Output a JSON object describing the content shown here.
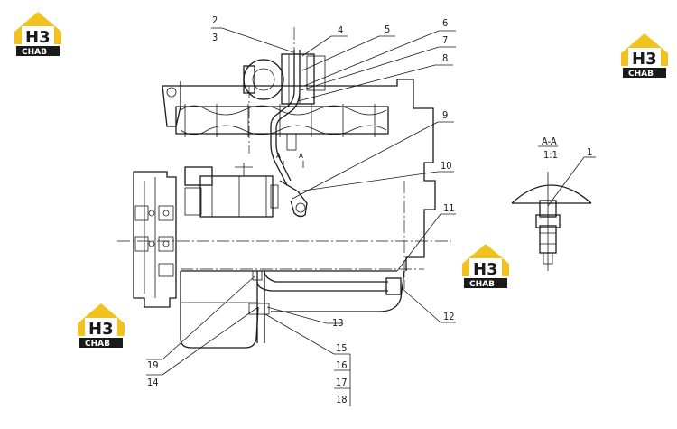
{
  "callouts": [
    "1",
    "2",
    "3",
    "4",
    "5",
    "6",
    "7",
    "8",
    "9",
    "10",
    "11",
    "12",
    "13",
    "14",
    "15",
    "16",
    "17",
    "18",
    "19"
  ],
  "section_view": {
    "title": "A-A",
    "scale": "1:1"
  },
  "section_marks": [
    "A",
    "A"
  ],
  "watermark": {
    "top": "H3",
    "bottom": "CHAB"
  },
  "colors": {
    "line": "#1a1a1a",
    "logo_yellow": "#f2c320",
    "background": "#ffffff"
  }
}
